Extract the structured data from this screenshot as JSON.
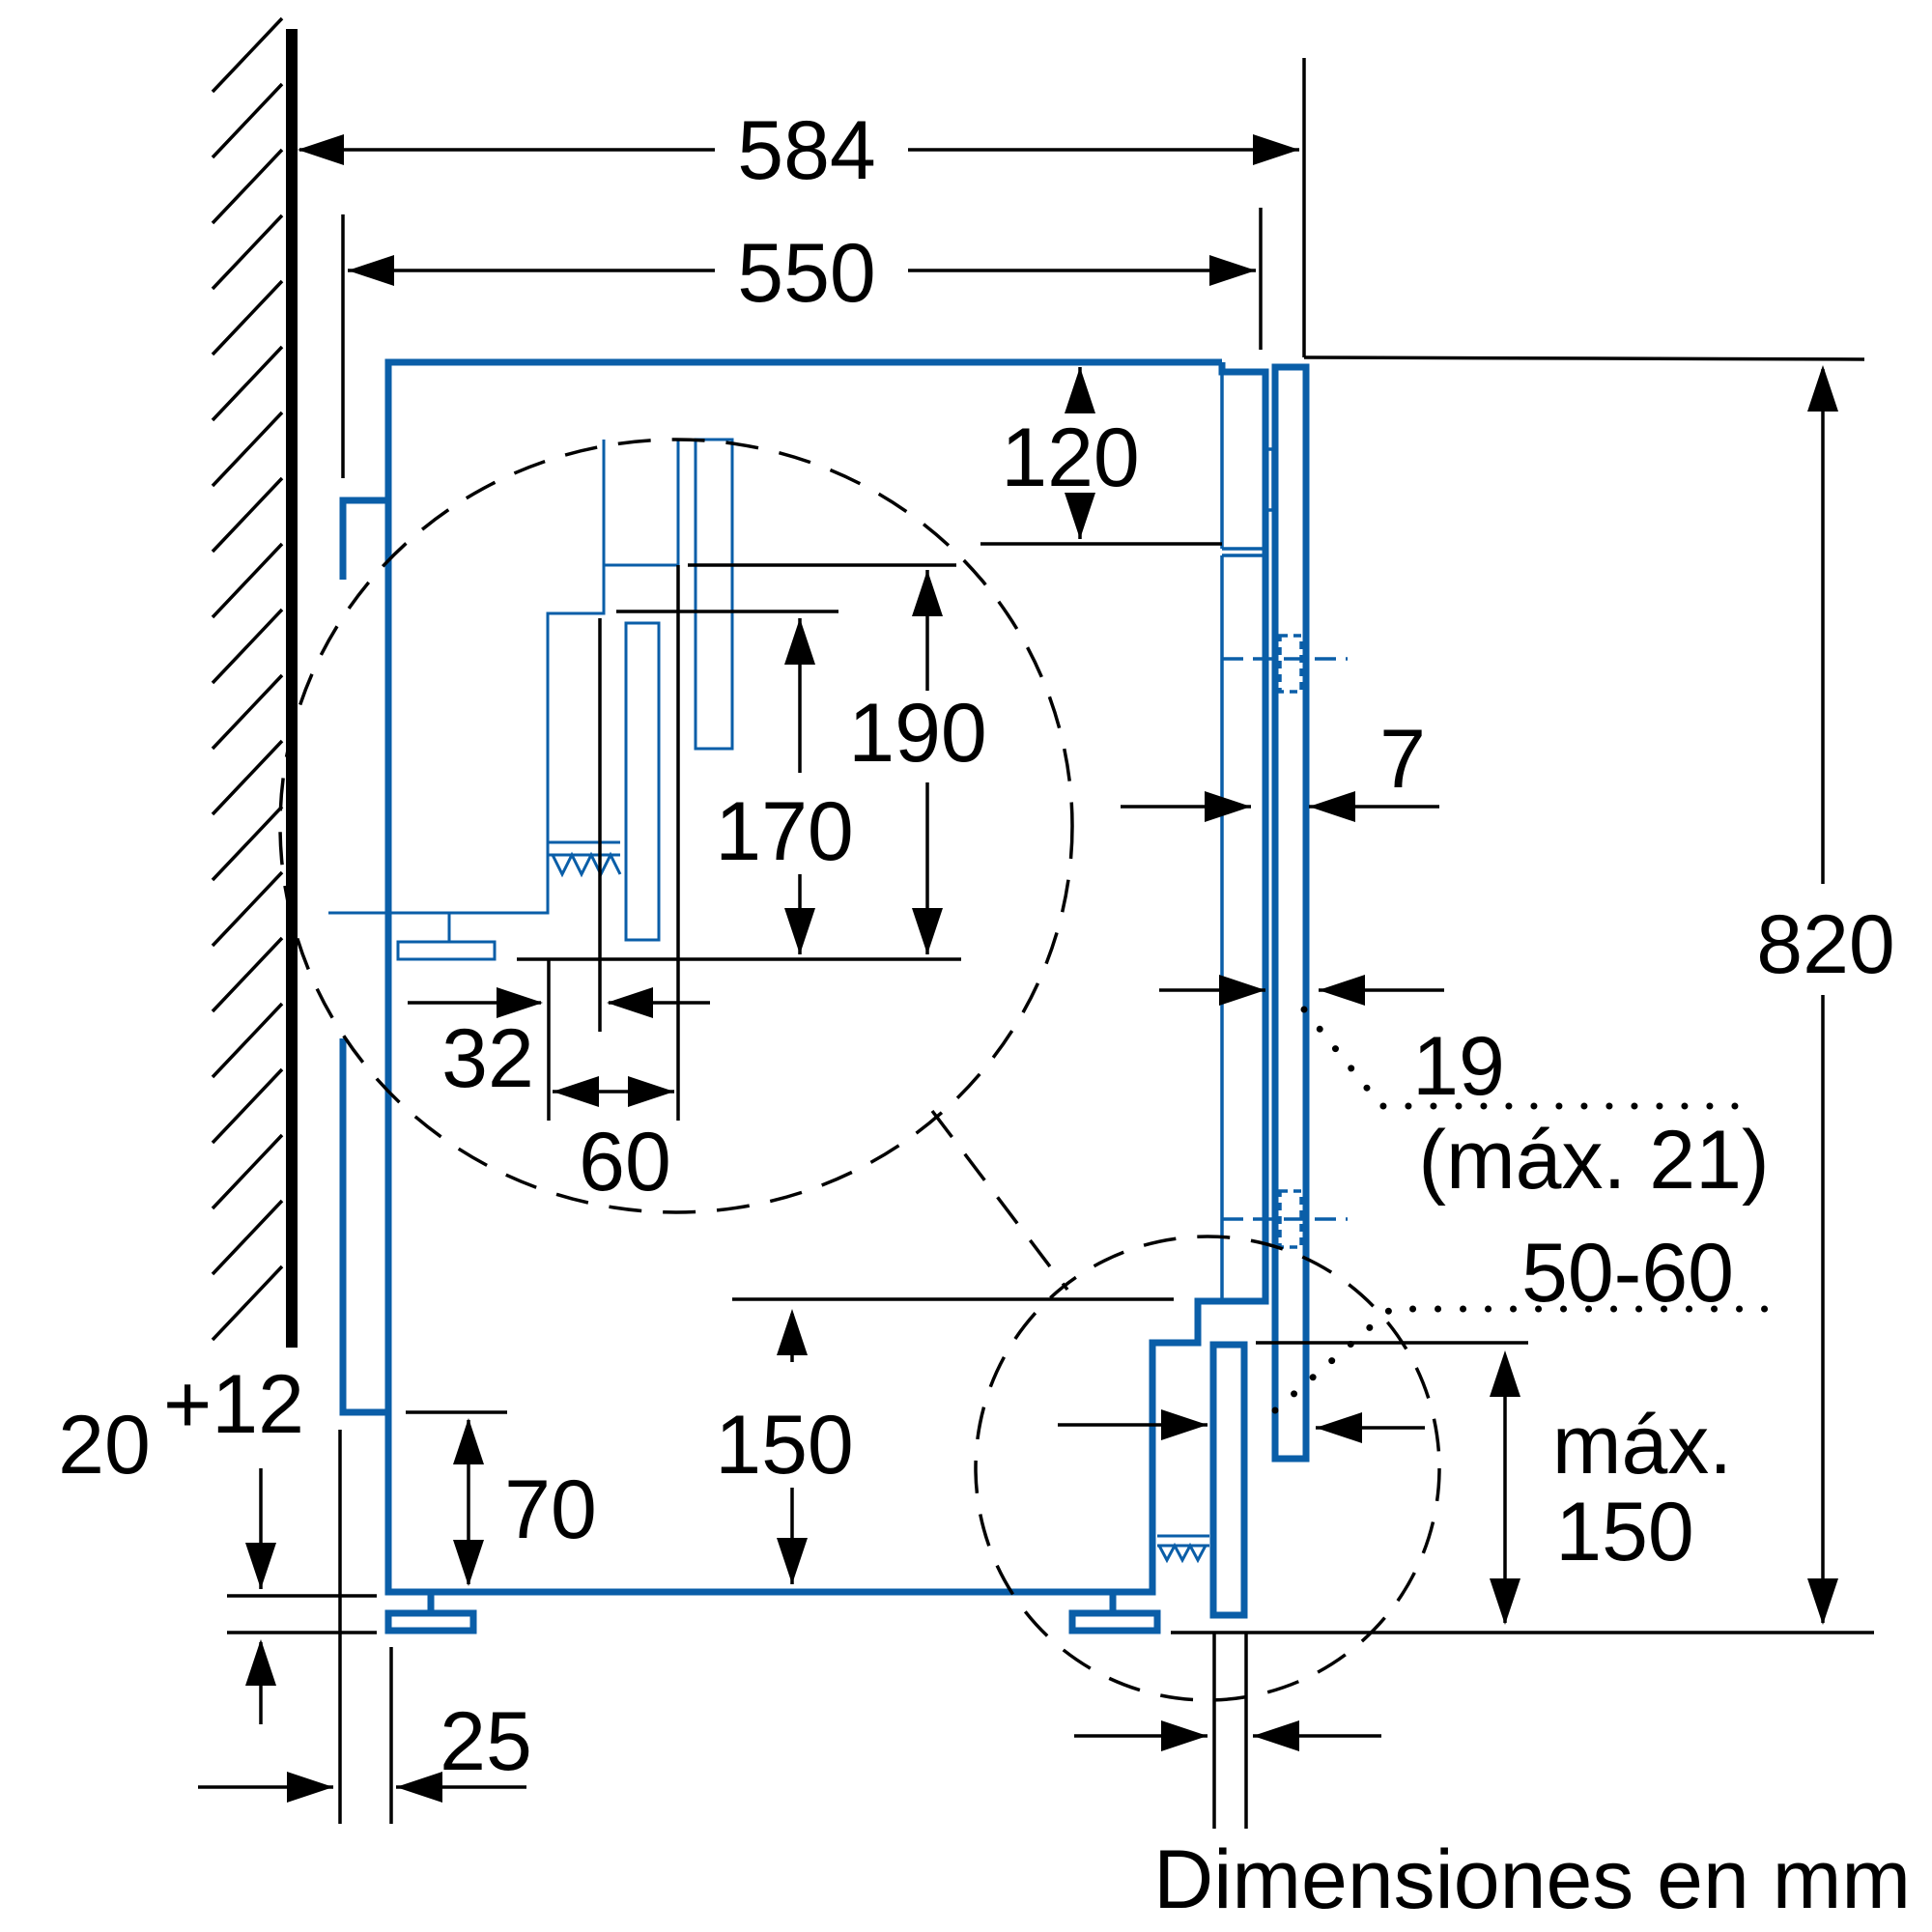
{
  "colors": {
    "outline": "#0a5ea8",
    "ink": "#000000",
    "background": "#ffffff"
  },
  "dimensions": {
    "overall_width": "584",
    "cabinet_width": "550",
    "top_clearance": "120",
    "height_190": "190",
    "height_170": "170",
    "offset_32": "32",
    "offset_60": "60",
    "door_gap": "7",
    "door_thickness": "19",
    "door_thickness_max": "(máx. 21)",
    "plinth_depth": "50-60",
    "base_150": "150",
    "plinth_height_label": "máx.",
    "plinth_height_value": "150",
    "overall_height": "820",
    "foot_height": "70",
    "adjust_base": "20",
    "adjust_extra": "+12",
    "side_gap": "25"
  },
  "caption": "Dimensiones en mm"
}
